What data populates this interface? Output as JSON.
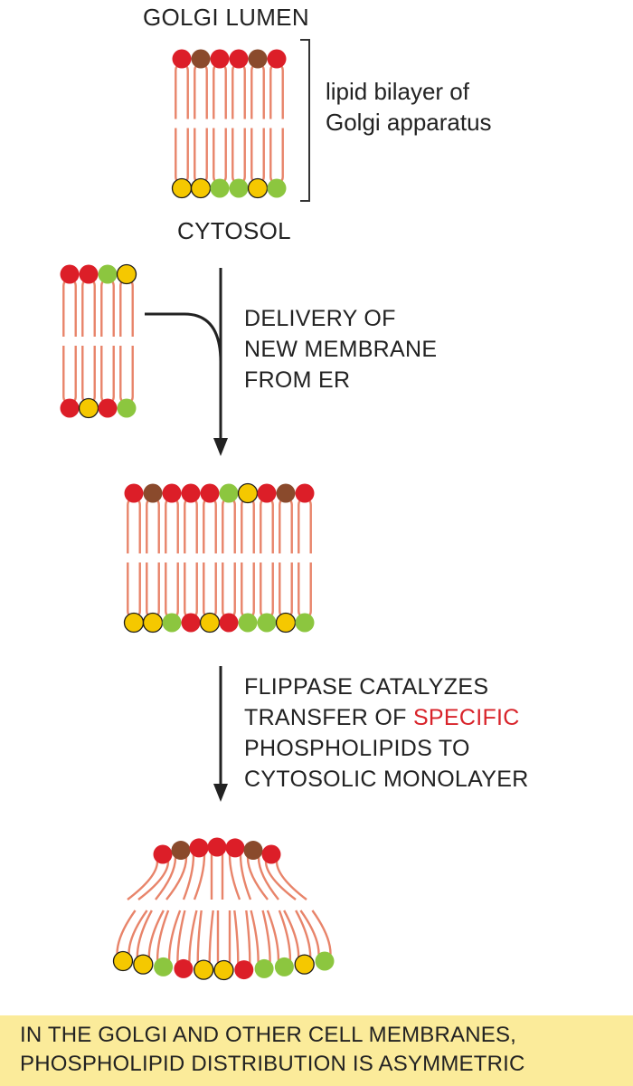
{
  "labels": {
    "golgi_lumen": "GOLGI LUMEN",
    "cytosol": "CYTOSOL",
    "bilayer_line1": "lipid bilayer of",
    "bilayer_line2": "Golgi apparatus"
  },
  "steps": {
    "delivery": [
      "DELIVERY OF",
      "NEW MEMBRANE",
      "FROM ER"
    ],
    "flippase_line1": "FLIPPASE CATALYZES",
    "flippase_line2_prefix": "TRANSFER OF ",
    "flippase_line2_highlight": "SPECIFIC",
    "flippase_line3": "PHOSPHOLIPIDS TO",
    "flippase_line4": "CYTOSOLIC MONOLAYER"
  },
  "footer": {
    "line1": "IN THE GOLGI AND OTHER CELL MEMBRANES,",
    "line2": "PHOSPHOLIPID DISTRIBUTION IS ASYMMETRIC"
  },
  "colors": {
    "red_head": "#dc1e28",
    "brown_head": "#8a4a2c",
    "green_head": "#8cc63f",
    "yellow_head": "#f5c800",
    "tail": "#e8846a",
    "arrow": "#222222",
    "highlight_text": "#d8232a",
    "footer_bg": "#fbeb9a"
  },
  "bilayers": {
    "golgi": {
      "top": [
        "red",
        "brown",
        "red",
        "red",
        "brown",
        "red"
      ],
      "bottom": [
        "yellow",
        "yellow",
        "green",
        "green",
        "yellow",
        "green"
      ]
    },
    "er_vesicle": {
      "top": [
        "red",
        "red",
        "green",
        "yellow"
      ],
      "bottom": [
        "red",
        "yellow",
        "red",
        "green"
      ]
    },
    "fused": {
      "top": [
        "red",
        "brown",
        "red",
        "red",
        "red",
        "green",
        "yellow",
        "red",
        "brown",
        "red"
      ],
      "bottom": [
        "yellow",
        "yellow",
        "green",
        "red",
        "yellow",
        "red",
        "green",
        "green",
        "yellow",
        "green"
      ]
    },
    "curved": {
      "top": [
        "red",
        "brown",
        "red",
        "red",
        "red",
        "brown",
        "red"
      ],
      "bottom": [
        "yellow",
        "yellow",
        "green",
        "red",
        "yellow",
        "yellow",
        "red",
        "green",
        "green",
        "yellow",
        "green"
      ]
    }
  }
}
